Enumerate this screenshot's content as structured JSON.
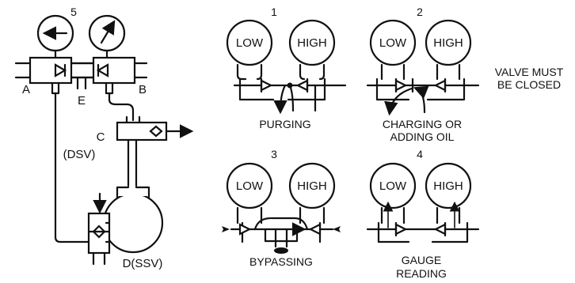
{
  "panel5": {
    "number": "5",
    "labels": {
      "a": "A",
      "b": "B",
      "e": "E",
      "c": "C",
      "dsv": "(DSV)",
      "d": "D(SSV)"
    }
  },
  "panels": [
    {
      "number": "1",
      "low": "LOW",
      "high": "HIGH",
      "caption": [
        "PURGING"
      ]
    },
    {
      "number": "2",
      "low": "LOW",
      "high": "HIGH",
      "caption": [
        "CHARGING OR",
        "ADDING OIL"
      ]
    },
    {
      "number": "3",
      "low": "LOW",
      "high": "HIGH",
      "caption": [
        "BYPASSING"
      ]
    },
    {
      "number": "4",
      "low": "LOW",
      "high": "HIGH",
      "caption": [
        "GAUGE",
        "READING"
      ]
    }
  ],
  "note": [
    "VALVE MUST",
    "BE CLOSED"
  ],
  "icons": [
    "arrow-left-gauge-needle",
    "arrow-diagonal-gauge-needle",
    "arrow-right-flow",
    "arrow-down-flow",
    "arrow-up-flow"
  ]
}
